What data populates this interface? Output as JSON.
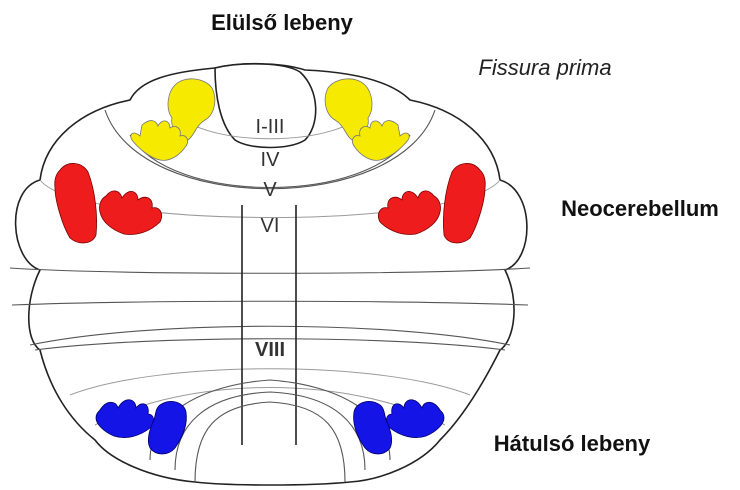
{
  "labels": {
    "anterior_lobe": "Elülső lebeny",
    "fissure": "Fissura prima",
    "neocerebellum": "Neocerebellum",
    "posterior_lobe": "Hátulsó lebeny"
  },
  "lobules": {
    "l1": "I-III",
    "l2": "IV",
    "l3": "V",
    "l4": "VI",
    "l5": "VIII"
  },
  "colors": {
    "anterior_map": "#f5ea00",
    "neo_map": "#ee1c1c",
    "posterior_map": "#1414e6",
    "outline": "#222222"
  },
  "icons": {
    "anterior": "foot-and-hand-yellow",
    "neo": "foot-and-hand-red",
    "posterior": "hand-and-foot-blue"
  }
}
